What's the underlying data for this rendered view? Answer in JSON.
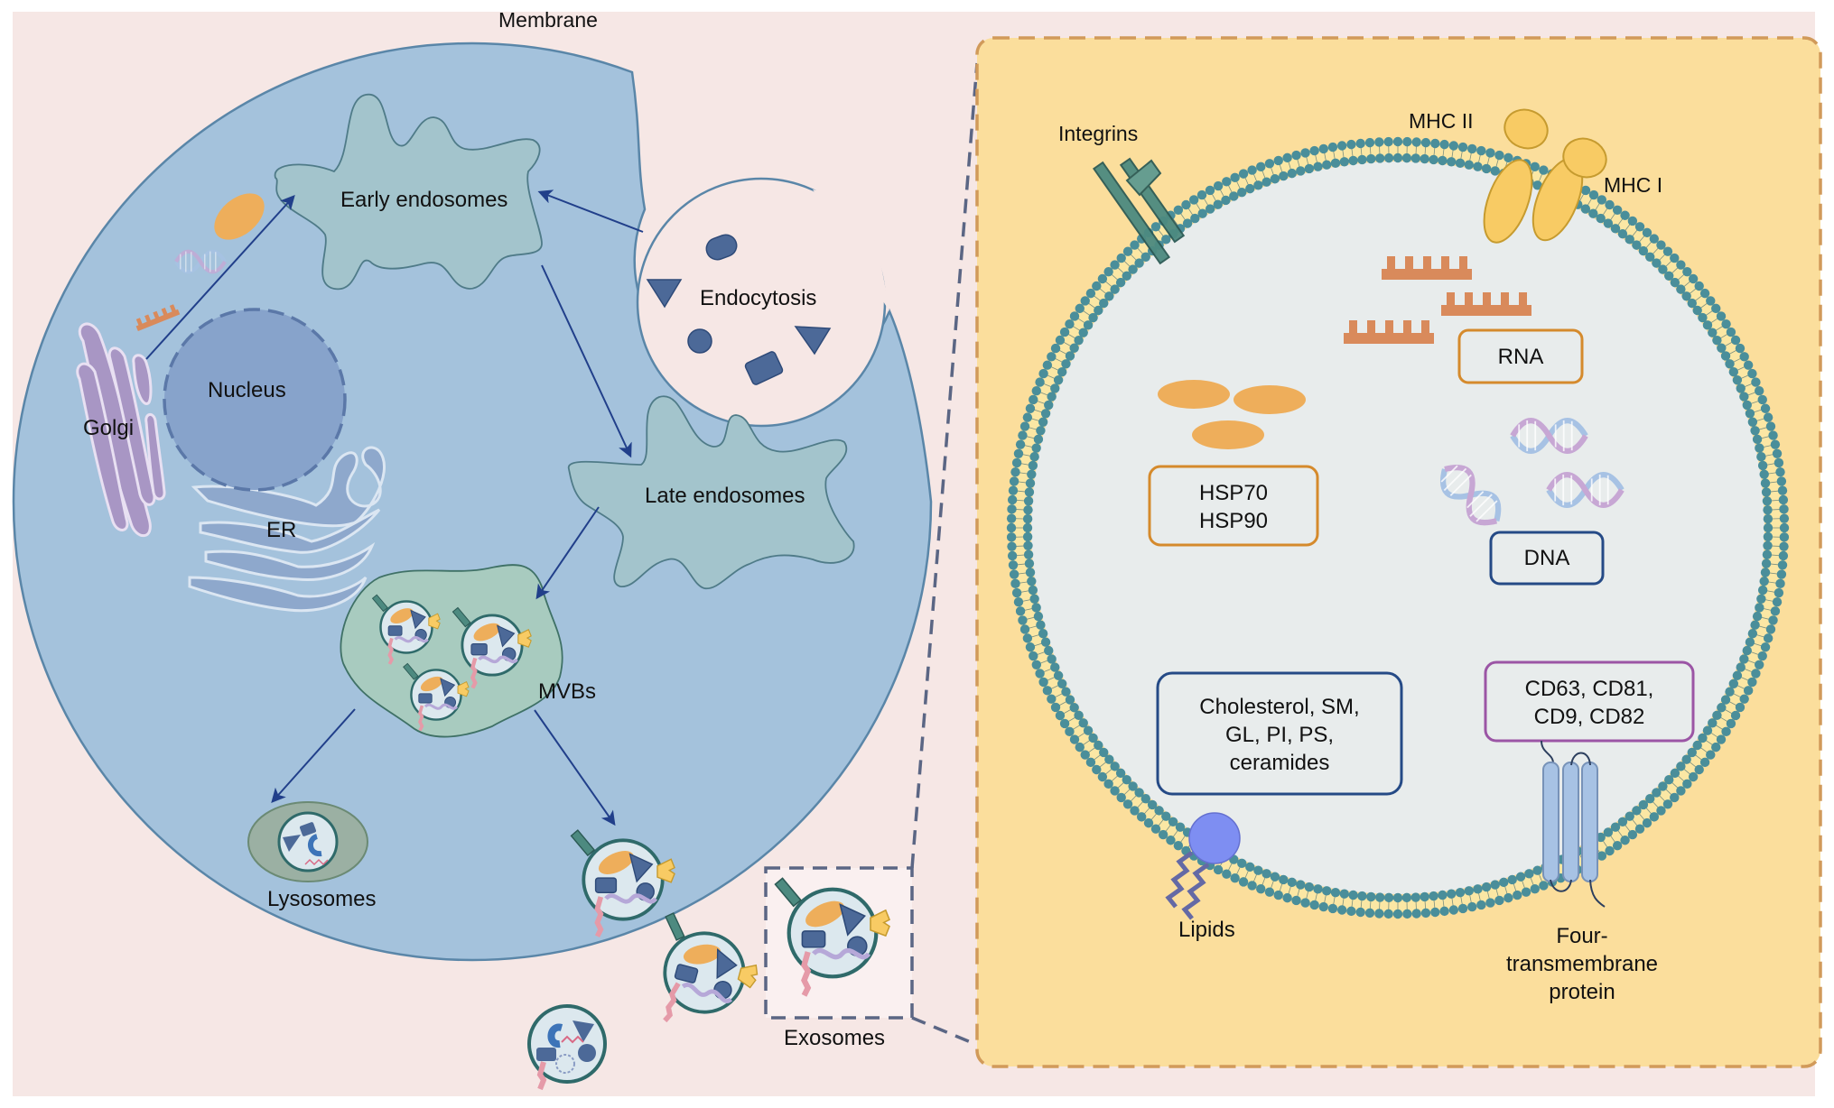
{
  "colors": {
    "background": "#f6e7e5",
    "cell_fill": "#a4c2dc",
    "cell_stroke": "#5a86a8",
    "nucleus_fill": "#87a3cb",
    "nucleus_stroke": "#5b78a8",
    "endosome_fill": "#a3c4cc",
    "endosome_stroke": "#4f7b88",
    "mvb_fill": "#a8cbbf",
    "golgi_fill": "#a896c4",
    "er_fill": "#8ea8cc",
    "arrow": "#213f8a",
    "cargo_shape": "#4c6998",
    "protein_orange": "#eeae5b",
    "rna_orange": "#d98a5b",
    "mhc_yellow": "#f8cb64",
    "integrin_green": "#4d8a80",
    "exo_panel_fill": "#fbde9c",
    "exo_panel_stroke": "#d19a5a",
    "exo_lumen": "#e8ecec",
    "bilayer_head": "#4a8e9a",
    "bilayer_tail": "#fbe7a4",
    "lipid_ball": "#7e8ef2",
    "tetraspanin": "#a7c2e4",
    "box_orange": "#d58a2c",
    "box_navy": "#254a86",
    "box_purple": "#9b55a5",
    "zoom_line": "#5b6684"
  },
  "cell": {
    "membrane_label": "Membrane",
    "early_endosomes_label": "Early endosomes",
    "endocytosis_label": "Endocytosis",
    "nucleus_label": "Nucleus",
    "golgi_label": "Golgi",
    "er_label": "ER",
    "late_endosomes_label": "Late endosomes",
    "mvbs_label": "MVBs",
    "lysosomes_label": "Lysosomes",
    "exosomes_label": "Exosomes"
  },
  "exosome_detail": {
    "integrins_label": "Integrins",
    "mhc2_label": "MHC II",
    "mhc1_label": "MHC I",
    "rna_label": "RNA",
    "hsp_line1": "HSP70",
    "hsp_line2": "HSP90",
    "dna_label": "DNA",
    "lipid_box_line1": "Cholesterol, SM,",
    "lipid_box_line2": "GL, PI, PS,",
    "lipid_box_line3": "ceramides",
    "cd_box_line1": "CD63, CD81,",
    "cd_box_line2": "CD9, CD82",
    "lipids_label": "Lipids",
    "tetraspanin_line1": "Four-",
    "tetraspanin_line2": "transmembrane",
    "tetraspanin_line3": "protein"
  }
}
